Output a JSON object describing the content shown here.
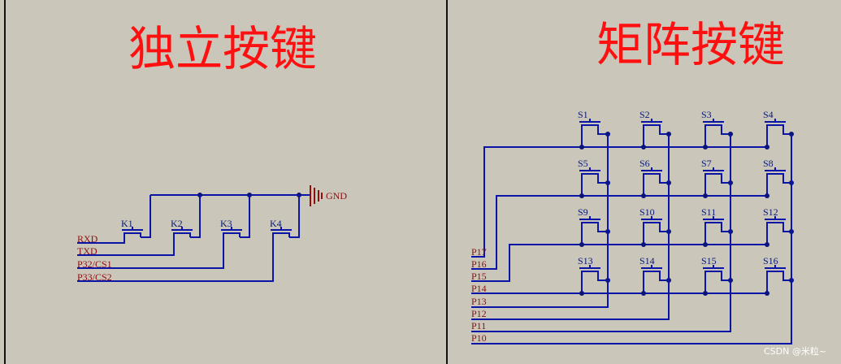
{
  "titles": {
    "independent": "独立按键",
    "matrix": "矩阵按键"
  },
  "independent": {
    "switches": [
      "K1",
      "K2",
      "K3",
      "K4"
    ],
    "nets": [
      "RXD",
      "TXD",
      "P32/CS1",
      "P33/CS2"
    ],
    "ground": "GND"
  },
  "matrix": {
    "switch_rows": [
      [
        "S1",
        "S2",
        "S3",
        "S4"
      ],
      [
        "S5",
        "S6",
        "S7",
        "S8"
      ],
      [
        "S9",
        "S10",
        "S11",
        "S12"
      ],
      [
        "S13",
        "S14",
        "S15",
        "S16"
      ]
    ],
    "nets": [
      "P17",
      "P16",
      "P15",
      "P14",
      "P13",
      "P12",
      "P11",
      "P10"
    ]
  },
  "watermark": "CSDN @米粒~",
  "colors": {
    "background": "#cac6ba",
    "title": "#ff1010",
    "wire": "#0a15a8",
    "net_label": "#8b1010"
  }
}
